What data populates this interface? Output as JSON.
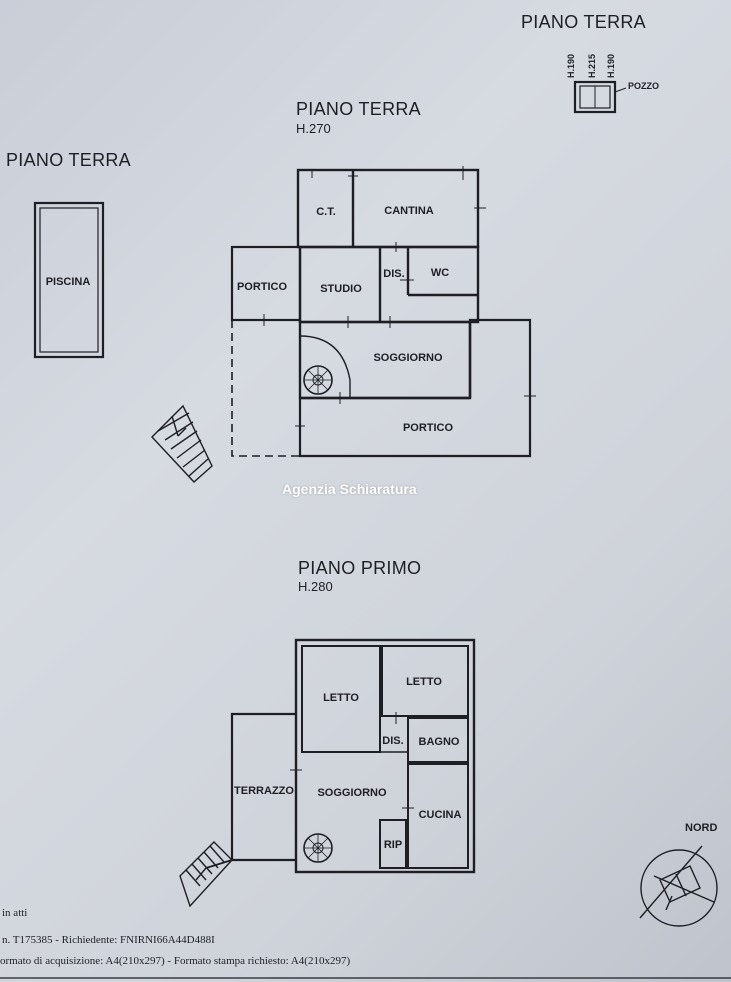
{
  "titles": {
    "piano_terra_well": "PIANO TERRA",
    "piano_terra_main": "PIANO TERRA",
    "piano_terra_main_height": "H.270",
    "piano_terra_pool": "PIANO TERRA",
    "piano_primo": "PIANO PRIMO",
    "piano_primo_height": "H.280"
  },
  "well": {
    "label": "POZZO",
    "heights": [
      "H.190",
      "H.215",
      "H.190"
    ]
  },
  "pool": {
    "label": "PISCINA"
  },
  "ground_floor_rooms": {
    "ct": "C.T.",
    "cantina": "CANTINA",
    "portico_left": "PORTICO",
    "studio": "STUDIO",
    "dis": "DIS.",
    "wc": "WC",
    "soggiorno": "SOGGIORNO",
    "portico_bottom": "PORTICO"
  },
  "first_floor_rooms": {
    "letto_left": "LETTO",
    "letto_right": "LETTO",
    "dis": "DIS.",
    "bagno": "BAGNO",
    "terrazzo": "TERRAZZO",
    "soggiorno": "SOGGIORNO",
    "cucina": "CUCINA",
    "rip": "RIP"
  },
  "watermark": "Agenzia Schiaratura",
  "north_label": "NORD",
  "footer": {
    "line1": "in atti",
    "line2": "n. T175385 - Richiedente: FNIRNI66A44D488I",
    "line3": "ormato di acquisizione: A4(210x297)  - Formato stampa richiesto: A4(210x297)"
  },
  "colors": {
    "paper": "#d2d6dd",
    "ink": "#1d1f24",
    "watermark": "#ffffff"
  }
}
